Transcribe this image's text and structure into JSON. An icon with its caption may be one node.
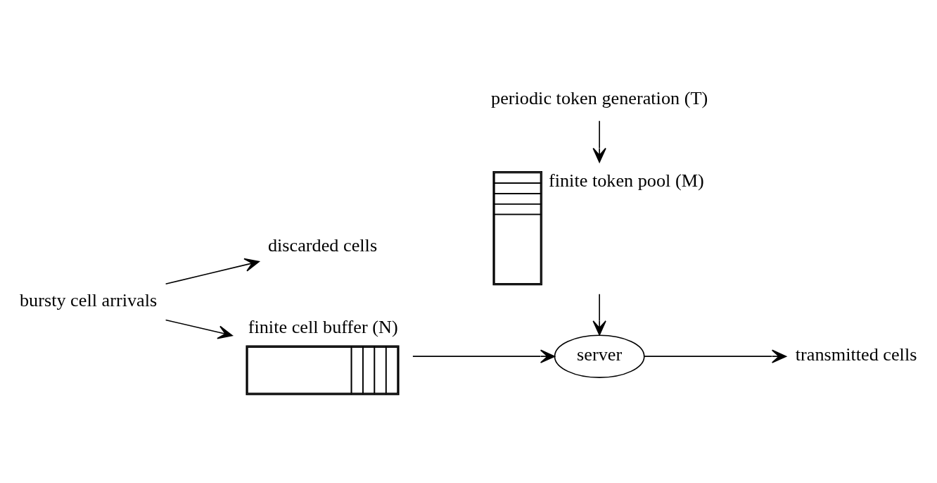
{
  "diagram": {
    "nodes": [
      {
        "text": [
          "bursty cell arrivals"
        ]
      },
      {
        "text": [
          "discarded cells"
        ]
      },
      {
        "text": [
          "finite cell buffer (N)"
        ]
      },
      {
        "text": [
          "server"
        ]
      },
      {
        "text": [
          "transmitted cells"
        ]
      },
      {
        "text": [
          "finite token pool (M)"
        ]
      },
      {
        "text": [
          "periodic token generation (T)"
        ]
      }
    ],
    "edges": [
      {
        "from": 0,
        "to": 2,
        "arrow": "to"
      },
      {
        "from": 0,
        "to": 1,
        "arrow": "to"
      },
      {
        "from": 2,
        "to": 3,
        "arrow": "to"
      },
      {
        "from": 3,
        "to": 4,
        "arrow": "to"
      },
      {
        "from": 5,
        "to": 3,
        "arrow": "to"
      },
      {
        "from": 6,
        "to": 5,
        "arrow": "to"
      }
    ]
  }
}
